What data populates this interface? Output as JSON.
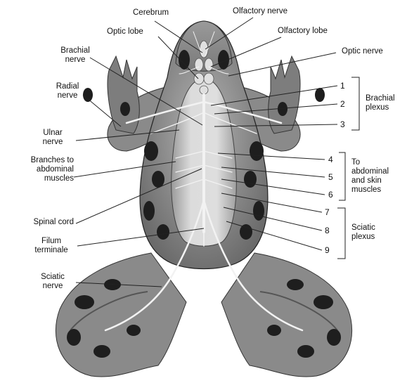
{
  "figure": {
    "labels_top": {
      "cerebrum": "Cerebrum",
      "optic_lobe": "Optic lobe",
      "olfactory_nerve": "Olfactory nerve",
      "olfactory_lobe": "Olfactory lobe",
      "optic_nerve": "Optic nerve"
    },
    "labels_left": {
      "brachial_nerve_1": "Brachial",
      "brachial_nerve_2": "nerve",
      "radial_nerve_1": "Radial",
      "radial_nerve_2": "nerve",
      "ulnar_nerve_1": "Ulnar",
      "ulnar_nerve_2": "nerve",
      "branches_1": "Branches to",
      "branches_2": "abdominal",
      "branches_3": "muscles",
      "spinal_cord": "Spinal cord",
      "filum_1": "Filum",
      "filum_2": "terminale",
      "sciatic_nerve_1": "Sciatic",
      "sciatic_nerve_2": "nerve"
    },
    "labels_right": {
      "brachial_plexus_1": "Brachial",
      "brachial_plexus_2": "plexus",
      "abd_skin_1": "To",
      "abd_skin_2": "abdominal",
      "abd_skin_3": "and skin",
      "abd_skin_4": "muscles",
      "sciatic_plexus_1": "Sciatic",
      "sciatic_plexus_2": "plexus"
    },
    "spinal_nerve_numbers": [
      "1",
      "2",
      "3",
      "4",
      "5",
      "6",
      "7",
      "8",
      "9"
    ],
    "colors": {
      "skin": "#8f8f8f",
      "spots": "#1e1e1e",
      "body_cavity": "#d2d2d2",
      "nerve": "#f2f2f2",
      "leader": "#222222"
    }
  }
}
